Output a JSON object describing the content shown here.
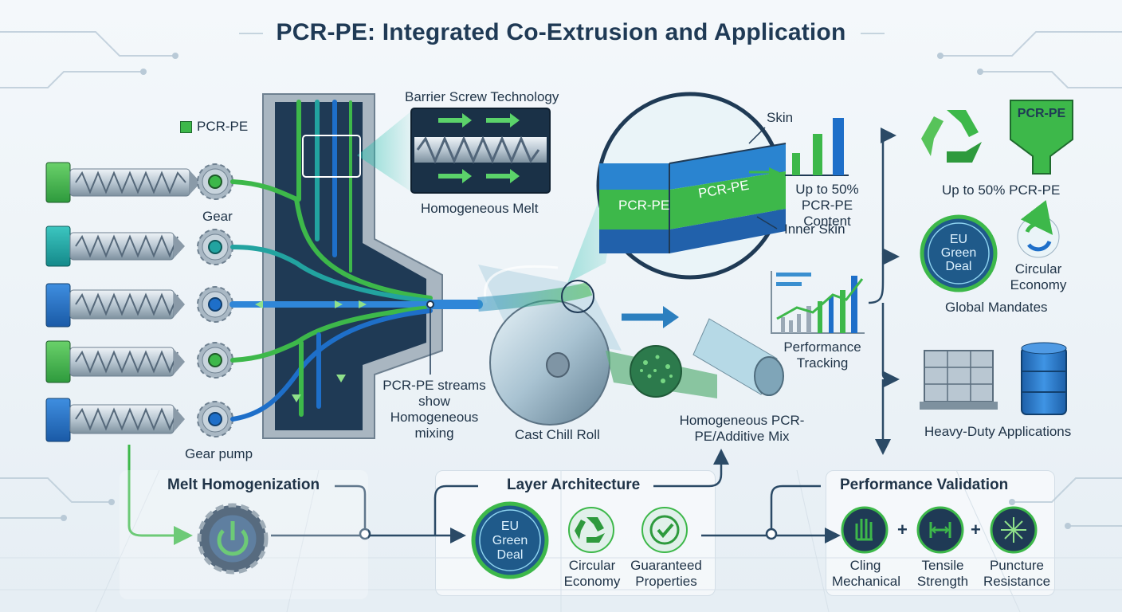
{
  "title": "PCR-PE: Integrated Co-Extrusion and Application",
  "extrusion": {
    "legend_label": "PCR-PE",
    "gear_label": "Gear",
    "gear_pump_label": "Gear pump",
    "barrier_screw_label": "Barrier Screw Technology",
    "homogeneous_melt_label": "Homogeneous Melt",
    "streams_label": "PCR-PE streams show Homogeneous mixing",
    "chill_roll_label": "Cast Chill Roll",
    "mix_label": "Homogeneous PCR-PE/Additive Mix"
  },
  "layers": {
    "skin_label": "Skin",
    "inner_skin_label": "Inner Skin",
    "pcr_layer_front": "PCR-PE",
    "pcr_layer_top": "PCR-PE",
    "content_label": "Up to 50% PCR-PE Content"
  },
  "tracking": {
    "label": "Performance Tracking"
  },
  "applications": {
    "pcr_bin_label": "PCR-PE",
    "pcr_content_label": "Up to 50% PCR-PE",
    "eu_badge": "EU Green Deal",
    "circular_label": "Circular Economy",
    "global_mandates_label": "Global Mandates",
    "heavy_duty_label": "Heavy-Duty Applications"
  },
  "bottom": {
    "melt": {
      "title": "Melt Homogenization"
    },
    "layer": {
      "title": "Layer Architecture",
      "eu_badge": "EU Green Deal",
      "circular_label": "Circular Economy",
      "guaranteed_label": "Guaranteed Properties"
    },
    "validation": {
      "title": "Performance Validation",
      "cling_label": "Cling Mechanical",
      "tensile_label": "Tensile Strength",
      "puncture_label": "Puncture Resistance"
    }
  },
  "colors": {
    "navy": "#1f3a55",
    "green": "#3db84a",
    "teal": "#22a3a0",
    "blue": "#1e6fc9",
    "steel": "#aebdca"
  }
}
